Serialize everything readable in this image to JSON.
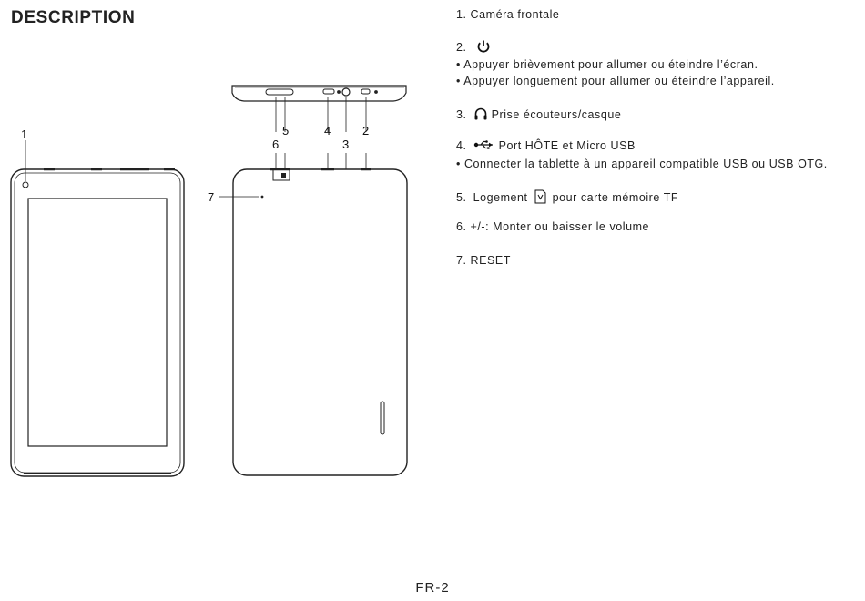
{
  "heading": "DESCRIPTION",
  "callouts": {
    "c1": "1",
    "c2": "2",
    "c3": "3",
    "c4": "4",
    "c5": "5",
    "c6": "6",
    "c7": "7"
  },
  "items": {
    "i1": "1. Caméra frontale",
    "i2_num": "2.",
    "i2_b1": "• Appuyer brièvement pour allumer ou éteindre l’écran.",
    "i2_b2": "• Appuyer longuement pour allumer ou éteindre l’appareil.",
    "i3_num": "3.",
    "i3_text": "Prise écouteurs/casque",
    "i4_num": "4.",
    "i4_text": "Port HÔTE et Micro USB",
    "i4_b1": "• Connecter la tablette à un appareil compatible USB ou USB OTG.",
    "i5_num": "5.",
    "i5_pre": "Logement",
    "i5_post": "pour carte mémoire TF",
    "i6": "6. +/-: Monter ou baisser le volume",
    "i7": "7. RESET"
  },
  "icons": [
    "power-icon",
    "headphones-icon",
    "usb-icon",
    "sd-card-icon"
  ],
  "page_number": "FR-2"
}
